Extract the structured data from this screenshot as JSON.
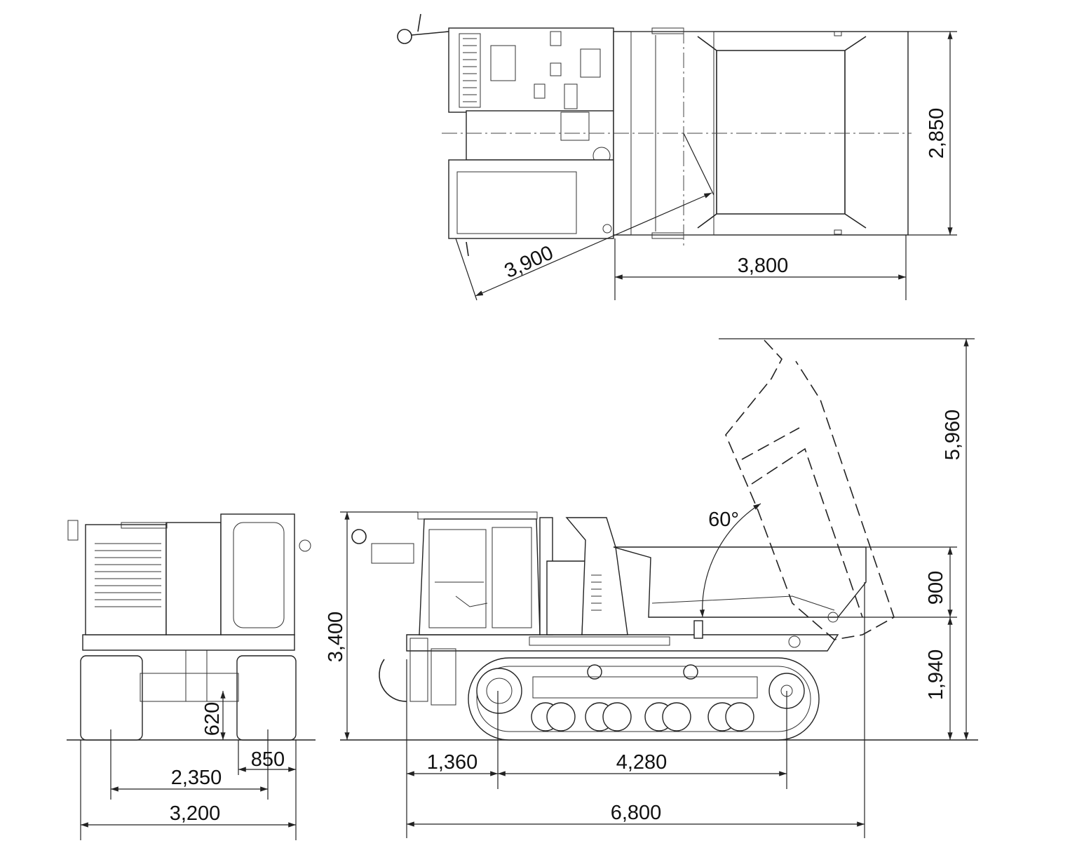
{
  "views": {
    "top": {
      "width_dim": "2,850",
      "swing_radius_dim": "3,900",
      "bed_length_dim": "3,800"
    },
    "side": {
      "max_dump_height_dim": "5,960",
      "bed_height_dim": "900",
      "bed_floor_height_dim": "1,940",
      "overall_height_dim": "3,400",
      "dump_angle": "60°",
      "front_overhang_dim": "1,360",
      "tumbler_distance_dim": "4,280",
      "overall_length_dim": "6,800"
    },
    "front": {
      "ground_clearance_dim": "620",
      "track_shoe_width_dim": "850",
      "track_gauge_dim": "2,350",
      "overall_width_dim": "3,200"
    }
  },
  "colors": {
    "line": "#222222",
    "background": "#ffffff"
  }
}
